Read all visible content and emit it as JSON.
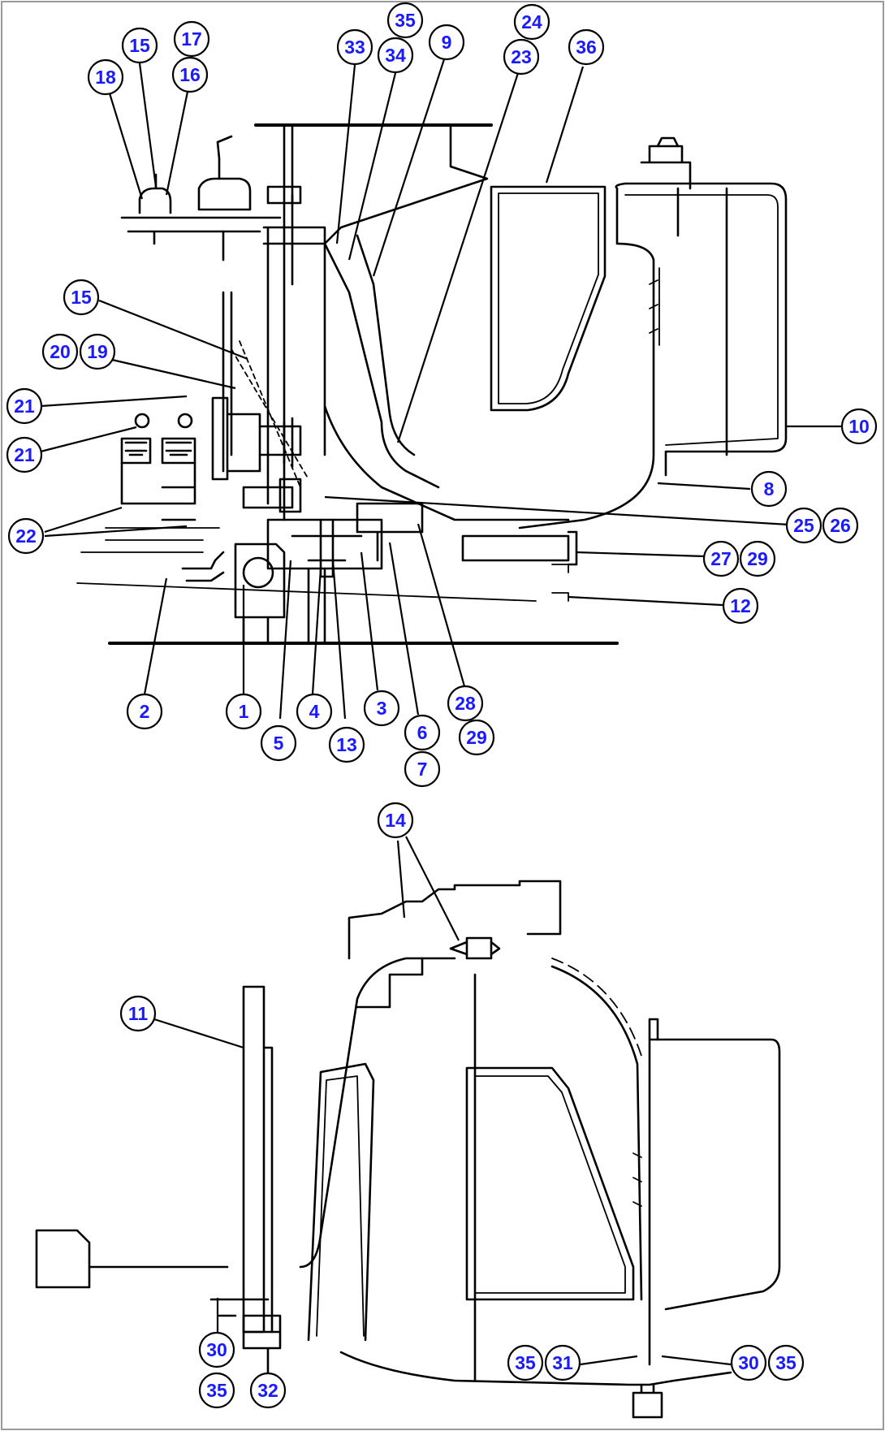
{
  "callouts": [
    {
      "id": "c-15-top",
      "label": "15"
    },
    {
      "id": "c-17",
      "label": "17"
    },
    {
      "id": "c-18",
      "label": "18"
    },
    {
      "id": "c-16",
      "label": "16"
    },
    {
      "id": "c-35-top",
      "label": "35"
    },
    {
      "id": "c-33",
      "label": "33"
    },
    {
      "id": "c-34",
      "label": "34"
    },
    {
      "id": "c-9",
      "label": "9"
    },
    {
      "id": "c-24",
      "label": "24"
    },
    {
      "id": "c-23",
      "label": "23"
    },
    {
      "id": "c-36",
      "label": "36"
    },
    {
      "id": "c-15-mid",
      "label": "15"
    },
    {
      "id": "c-20",
      "label": "20"
    },
    {
      "id": "c-19",
      "label": "19"
    },
    {
      "id": "c-21-a",
      "label": "21"
    },
    {
      "id": "c-21-b",
      "label": "21"
    },
    {
      "id": "c-10",
      "label": "10"
    },
    {
      "id": "c-8",
      "label": "8"
    },
    {
      "id": "c-22",
      "label": "22"
    },
    {
      "id": "c-25",
      "label": "25"
    },
    {
      "id": "c-26",
      "label": "26"
    },
    {
      "id": "c-27",
      "label": "27"
    },
    {
      "id": "c-29-right",
      "label": "29"
    },
    {
      "id": "c-12",
      "label": "12"
    },
    {
      "id": "c-2",
      "label": "2"
    },
    {
      "id": "c-1",
      "label": "1"
    },
    {
      "id": "c-4",
      "label": "4"
    },
    {
      "id": "c-3",
      "label": "3"
    },
    {
      "id": "c-28",
      "label": "28"
    },
    {
      "id": "c-5",
      "label": "5"
    },
    {
      "id": "c-13",
      "label": "13"
    },
    {
      "id": "c-6",
      "label": "6"
    },
    {
      "id": "c-29-bottom",
      "label": "29"
    },
    {
      "id": "c-7",
      "label": "7"
    },
    {
      "id": "c-14",
      "label": "14"
    },
    {
      "id": "c-11",
      "label": "11"
    },
    {
      "id": "c-30-left",
      "label": "30"
    },
    {
      "id": "c-35-left",
      "label": "35"
    },
    {
      "id": "c-32",
      "label": "32"
    },
    {
      "id": "c-35-mid",
      "label": "35"
    },
    {
      "id": "c-31",
      "label": "31"
    },
    {
      "id": "c-30-right",
      "label": "30"
    },
    {
      "id": "c-35-right",
      "label": "35"
    }
  ],
  "colors": {
    "callout_text": "#1a1aff",
    "line": "#000000",
    "frame": "#9a9a9a"
  }
}
